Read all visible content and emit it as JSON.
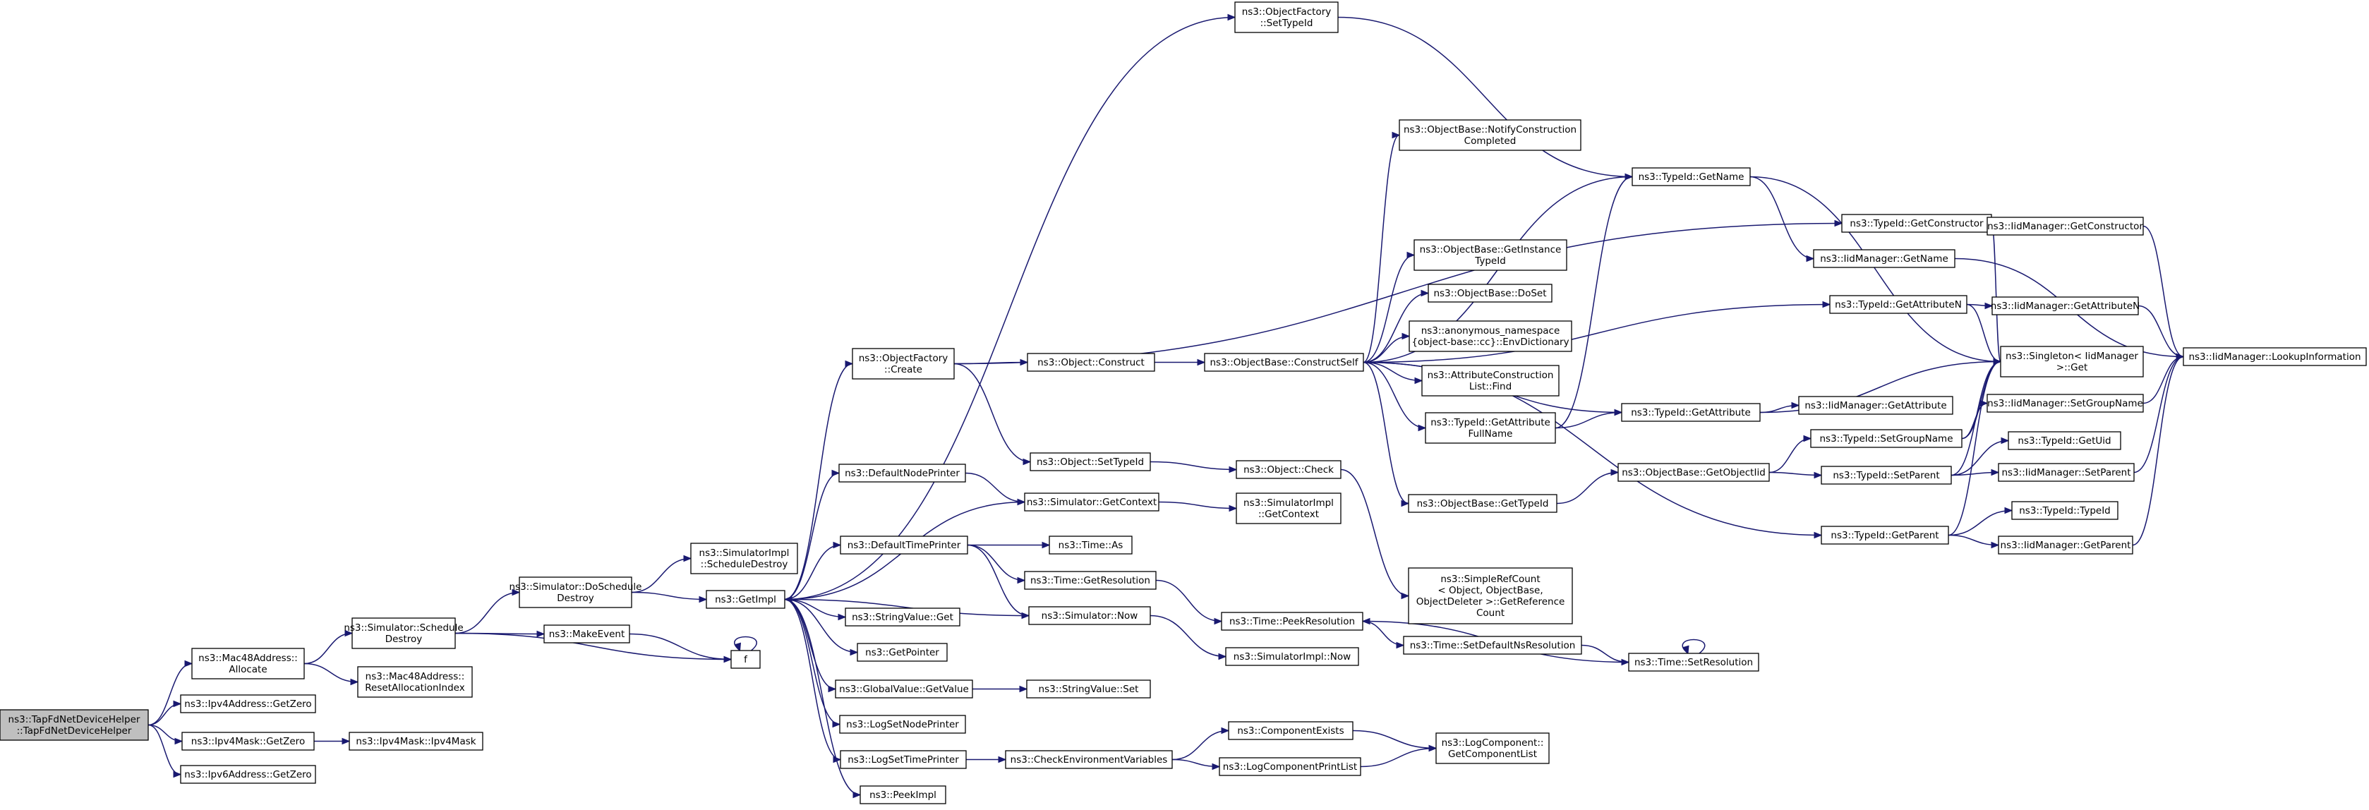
{
  "colors": {
    "edge": "#191970",
    "root_fill": "#bfbfbf",
    "node_fill": "#ffffff",
    "node_border": "#000000"
  },
  "nodes": [
    {
      "id": "root",
      "lines": [
        "ns3::TapFdNetDeviceHelper",
        "::TapFdNetDeviceHelper"
      ]
    },
    {
      "id": "mac48alloc",
      "lines": [
        "ns3::Mac48Address::",
        "Allocate"
      ]
    },
    {
      "id": "ipv4getzero",
      "lines": [
        "ns3::Ipv4Address::GetZero"
      ]
    },
    {
      "id": "ipv4maskgetzero",
      "lines": [
        "ns3::Ipv4Mask::GetZero"
      ]
    },
    {
      "id": "ipv6getzero",
      "lines": [
        "ns3::Ipv6Address::GetZero"
      ]
    },
    {
      "id": "schedDestroy",
      "lines": [
        "ns3::Simulator::Schedule",
        "Destroy"
      ]
    },
    {
      "id": "resetAlloc",
      "lines": [
        "ns3::Mac48Address::",
        "ResetAllocationIndex"
      ]
    },
    {
      "id": "ipv4mask",
      "lines": [
        "ns3::Ipv4Mask::Ipv4Mask"
      ]
    },
    {
      "id": "doSchedDestroy",
      "lines": [
        "ns3::Simulator::DoSchedule",
        "Destroy"
      ]
    },
    {
      "id": "makeEvent",
      "lines": [
        "ns3::MakeEvent"
      ]
    },
    {
      "id": "f",
      "lines": [
        "f"
      ]
    },
    {
      "id": "simImplSchedDestroy",
      "lines": [
        "ns3::SimulatorImpl",
        "::ScheduleDestroy"
      ]
    },
    {
      "id": "getImpl",
      "lines": [
        "ns3::GetImpl"
      ]
    },
    {
      "id": "objFactorySetTypeId",
      "lines": [
        "ns3::ObjectFactory",
        "::SetTypeId"
      ]
    },
    {
      "id": "objFactoryCreate",
      "lines": [
        "ns3::ObjectFactory",
        "::Create"
      ]
    },
    {
      "id": "defaultNodePrinter",
      "lines": [
        "ns3::DefaultNodePrinter"
      ]
    },
    {
      "id": "defaultTimePrinter",
      "lines": [
        "ns3::DefaultTimePrinter"
      ]
    },
    {
      "id": "stringValueGet",
      "lines": [
        "ns3::StringValue::Get"
      ]
    },
    {
      "id": "getPointer",
      "lines": [
        "ns3::GetPointer"
      ]
    },
    {
      "id": "globalValueGetValue",
      "lines": [
        "ns3::GlobalValue::GetValue"
      ]
    },
    {
      "id": "logSetNodePrinter",
      "lines": [
        "ns3::LogSetNodePrinter"
      ]
    },
    {
      "id": "logSetTimePrinter",
      "lines": [
        "ns3::LogSetTimePrinter"
      ]
    },
    {
      "id": "peekImpl",
      "lines": [
        "ns3::PeekImpl"
      ]
    },
    {
      "id": "objectConstruct",
      "lines": [
        "ns3::Object::Construct"
      ]
    },
    {
      "id": "objectSetTypeId",
      "lines": [
        "ns3::Object::SetTypeId"
      ]
    },
    {
      "id": "simGetContext",
      "lines": [
        "ns3::Simulator::GetContext"
      ]
    },
    {
      "id": "timeAs",
      "lines": [
        "ns3::Time::As"
      ]
    },
    {
      "id": "timeGetResolution",
      "lines": [
        "ns3::Time::GetResolution"
      ]
    },
    {
      "id": "simNow",
      "lines": [
        "ns3::Simulator::Now"
      ]
    },
    {
      "id": "stringValueSet",
      "lines": [
        "ns3::StringValue::Set"
      ]
    },
    {
      "id": "checkEnv",
      "lines": [
        "ns3::CheckEnvironmentVariables"
      ]
    },
    {
      "id": "objBaseConstructSelf",
      "lines": [
        "ns3::ObjectBase::ConstructSelf"
      ]
    },
    {
      "id": "objectCheck",
      "lines": [
        "ns3::Object::Check"
      ]
    },
    {
      "id": "simImplGetContext",
      "lines": [
        "ns3::SimulatorImpl",
        "::GetContext"
      ]
    },
    {
      "id": "timePeekResolution",
      "lines": [
        "ns3::Time::PeekResolution"
      ]
    },
    {
      "id": "simImplNow",
      "lines": [
        "ns3::SimulatorImpl::Now"
      ]
    },
    {
      "id": "componentExists",
      "lines": [
        "ns3::ComponentExists"
      ]
    },
    {
      "id": "logComponentPrintList",
      "lines": [
        "ns3::LogComponentPrintList"
      ]
    },
    {
      "id": "notifyConstruction",
      "lines": [
        "ns3::ObjectBase::NotifyConstruction",
        "Completed"
      ]
    },
    {
      "id": "getInstanceTypeId",
      "lines": [
        "ns3::ObjectBase::GetInstance",
        "TypeId"
      ]
    },
    {
      "id": "doSet",
      "lines": [
        "ns3::ObjectBase::DoSet"
      ]
    },
    {
      "id": "envDictionary",
      "lines": [
        "ns3::anonymous_namespace",
        "{object-base::cc}::EnvDictionary"
      ]
    },
    {
      "id": "attrConstructionFind",
      "lines": [
        "ns3::AttributeConstruction",
        "List::Find"
      ]
    },
    {
      "id": "typeIdGetAttrFullName",
      "lines": [
        "ns3::TypeId::GetAttribute",
        "FullName"
      ]
    },
    {
      "id": "objBaseGetTypeId",
      "lines": [
        "ns3::ObjectBase::GetTypeId"
      ]
    },
    {
      "id": "simpleRefCount",
      "lines": [
        "ns3::SimpleRefCount",
        "< Object, ObjectBase,",
        "ObjectDeleter >::GetReference",
        "Count"
      ]
    },
    {
      "id": "timeSetDefaultNs",
      "lines": [
        "ns3::Time::SetDefaultNsResolution"
      ]
    },
    {
      "id": "logComponentGetList",
      "lines": [
        "ns3::LogComponent::",
        "GetComponentList"
      ]
    },
    {
      "id": "typeIdGetName",
      "lines": [
        "ns3::TypeId::GetName"
      ]
    },
    {
      "id": "typeIdGetAttribute",
      "lines": [
        "ns3::TypeId::GetAttribute"
      ]
    },
    {
      "id": "objBaseGetObjectIid",
      "lines": [
        "ns3::ObjectBase::GetObjectIid"
      ]
    },
    {
      "id": "timeSetResolution",
      "lines": [
        "ns3::Time::SetResolution"
      ]
    },
    {
      "id": "typeIdGetConstructor",
      "lines": [
        "ns3::TypeId::GetConstructor"
      ]
    },
    {
      "id": "iidGetName",
      "lines": [
        "ns3::IidManager::GetName"
      ]
    },
    {
      "id": "typeIdGetAttributeN",
      "lines": [
        "ns3::TypeId::GetAttributeN"
      ]
    },
    {
      "id": "typeIdSetGroupName",
      "lines": [
        "ns3::TypeId::SetGroupName"
      ]
    },
    {
      "id": "typeIdSetParent",
      "lines": [
        "ns3::TypeId::SetParent"
      ]
    },
    {
      "id": "typeIdGetParent",
      "lines": [
        "ns3::TypeId::GetParent"
      ]
    },
    {
      "id": "iidGetConstructor",
      "lines": [
        "ns3::IidManager::GetConstructor"
      ]
    },
    {
      "id": "iidGetAttributeN",
      "lines": [
        "ns3::IidManager::GetAttributeN"
      ]
    },
    {
      "id": "singletonGet",
      "lines": [
        "ns3::Singleton< IidManager",
        ">::Get"
      ]
    },
    {
      "id": "iidGetAttribute",
      "lines": [
        "ns3::IidManager::GetAttribute"
      ]
    },
    {
      "id": "iidSetGroupName",
      "lines": [
        "ns3::IidManager::SetGroupName"
      ]
    },
    {
      "id": "typeIdGetUid",
      "lines": [
        "ns3::TypeId::GetUid"
      ]
    },
    {
      "id": "iidSetParent",
      "lines": [
        "ns3::IidManager::SetParent"
      ]
    },
    {
      "id": "typeIdTypeId",
      "lines": [
        "ns3::TypeId::TypeId"
      ]
    },
    {
      "id": "iidGetParent",
      "lines": [
        "ns3::IidManager::GetParent"
      ]
    },
    {
      "id": "iidLookupInformation",
      "lines": [
        "ns3::IidManager::LookupInformation"
      ]
    }
  ]
}
